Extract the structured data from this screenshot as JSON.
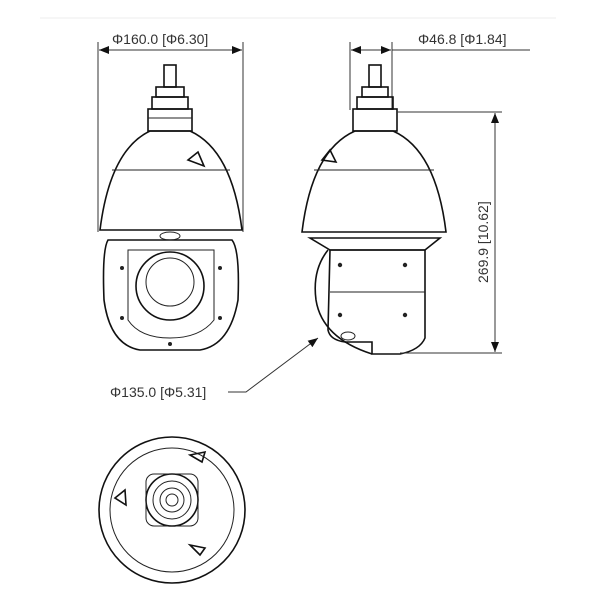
{
  "dimensions": {
    "dome_diameter": "Φ160.0 [Φ6.30]",
    "mount_diameter": "Φ46.8 [Φ1.84]",
    "height": "269.9 [10.62]",
    "body_diameter": "Φ135.0 [Φ5.31]"
  },
  "views": [
    "front",
    "side",
    "bottom"
  ]
}
